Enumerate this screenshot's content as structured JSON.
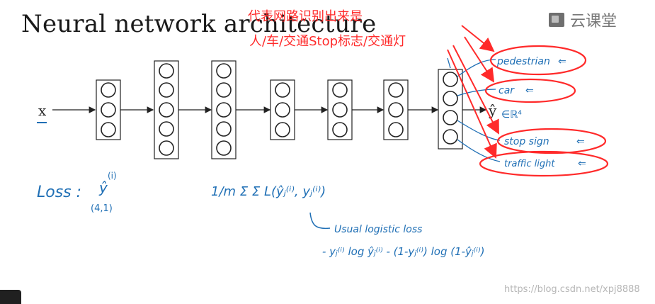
{
  "title": "Neural network architecture",
  "brand": {
    "name": "云课堂",
    "icon": "cloud-classroom-icon"
  },
  "red_annotation": {
    "line1": "代表网路识别出来是",
    "line2": "人/车/交通Stop标志/交通灯"
  },
  "network": {
    "input_label": "x",
    "output_label": "ŷ",
    "layers": [
      3,
      5,
      5,
      3,
      3,
      3,
      4
    ]
  },
  "outputs_handwritten": [
    "pedestrian",
    "car",
    "stop sign",
    "traffic light"
  ],
  "handwriting": {
    "loss_label": "Loss :",
    "y_hat": "ŷ",
    "y_hat_superscript": "(i)",
    "dimension": "(4,1)",
    "rk": "∈ℝ⁴",
    "sum_formula": "1/m Σ Σ L(ŷⱼ⁽ⁱ⁾, yⱼ⁽ⁱ⁾)",
    "usual": "Usual logistic loss",
    "logistic": "- yⱼ⁽ⁱ⁾ log ŷⱼ⁽ⁱ⁾ - (1-yⱼ⁽ⁱ⁾) log (1-ŷⱼ⁽ⁱ⁾)"
  },
  "footer": {
    "url": "https://blog.csdn.net/xpj8888"
  },
  "colors": {
    "red": "#ff2a2a",
    "ink_blue": "#1f6fb5",
    "node_dark": "#222222"
  }
}
